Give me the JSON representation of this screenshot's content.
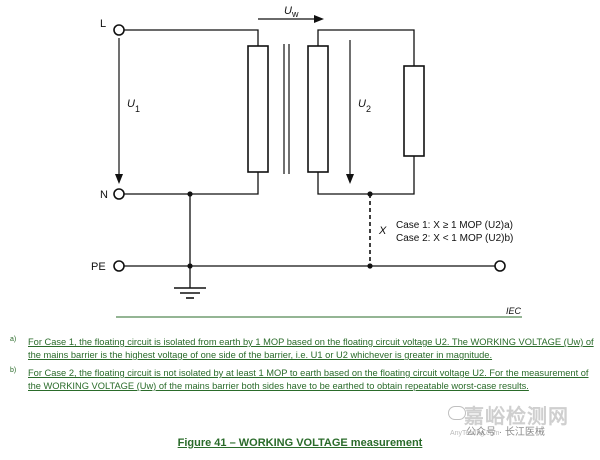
{
  "labels": {
    "L": "L",
    "N": "N",
    "PE": "PE",
    "U1": "U",
    "U1_sub": "1",
    "U2": "U",
    "U2_sub": "2",
    "Uw": "U",
    "Uw_sub": "w",
    "X": "X",
    "iec": "IEC"
  },
  "cases": {
    "case1": "Case 1: X ≥ 1 MOP (U2)a)",
    "case2": "Case 2: X < 1 MOP (U2)b)"
  },
  "notes": [
    {
      "mark": "a)",
      "text": "For Case 1, the floating circuit is isolated from earth by 1 MOP based on the floating circuit voltage U2. The WORKING VOLTAGE (Uw) of the mains barrier is the highest voltage of one side of the barrier, i.e. U1 or U2 whichever is greater in magnitude."
    },
    {
      "mark": "b)",
      "text": "For Case 2, the floating circuit is not isolated by at least 1 MOP to earth based on the floating circuit voltage U2. For the measurement of the WORKING VOLTAGE (Uw) of the mains barrier both sides have to be earthed to obtain repeatable worst-case results."
    }
  ],
  "caption": "Figure 41 – WORKING VOLTAGE measurement",
  "watermark": {
    "big": "嘉峪检测网",
    "small": "公众号 · 长江医械",
    "url": "AnyTesting.com"
  },
  "colors": {
    "line": "#111111",
    "note_text": "#2a6b2a"
  }
}
